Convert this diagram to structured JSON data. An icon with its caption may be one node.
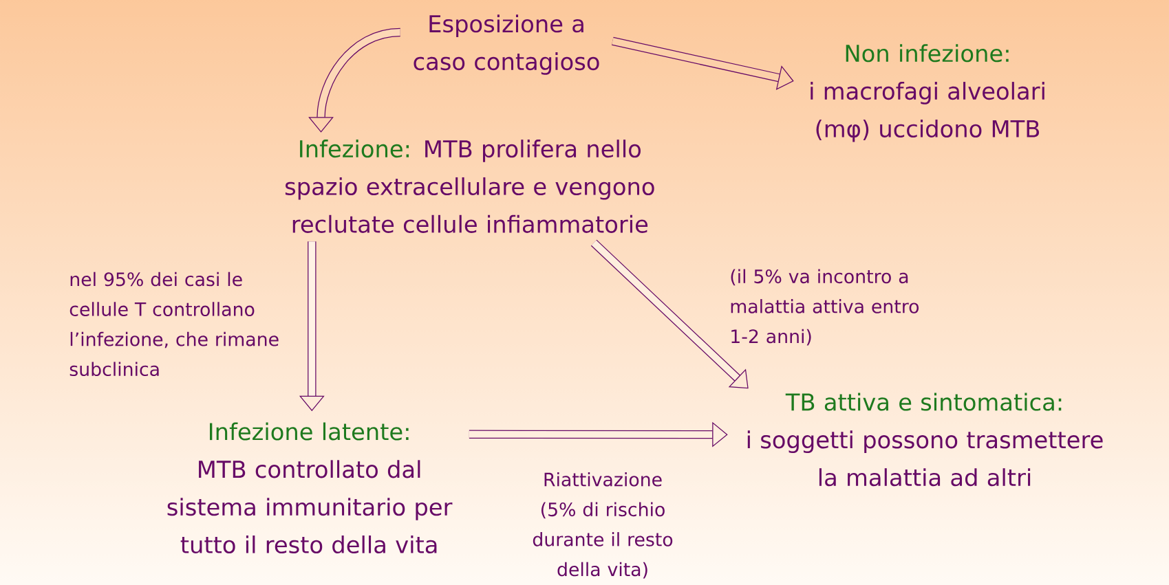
{
  "diagram": {
    "nodes": [
      {
        "text": [
          "Esposizione a caso contagioso"
        ]
      },
      {
        "text": [
          "Non infezione:",
          "i macrofagi alveolari (mφ) uccidono MTB"
        ]
      },
      {
        "text": [
          "Infezione:",
          "MTB prolifera nello spazio extracellulare e vengono reclutate cellule infiammatorie"
        ]
      },
      {
        "text": [
          "Infezione latente:",
          "MTB controllato dal sistema immunitario per tutto il resto della vita"
        ]
      },
      {
        "text": [
          "TB attiva e sintomatica:",
          "i soggetti possono trasmettere la malattia ad altri"
        ]
      }
    ],
    "edges": [
      {
        "from": 0,
        "to": 2,
        "arrow": "to"
      },
      {
        "from": 0,
        "to": 1,
        "arrow": "to"
      },
      {
        "from": 2,
        "to": 3,
        "arrow": "to",
        "label": "nel 95% dei casi le cellule T controllano l’infezione, che rimane subclinica"
      },
      {
        "from": 2,
        "to": 4,
        "arrow": "to",
        "label": "(il 5% va incontro a malattia attiva entro 1-2 anni)"
      },
      {
        "from": 3,
        "to": 4,
        "arrow": "to",
        "label": "Riattivazione (5% di rischio durante il resto della vita)"
      }
    ]
  }
}
